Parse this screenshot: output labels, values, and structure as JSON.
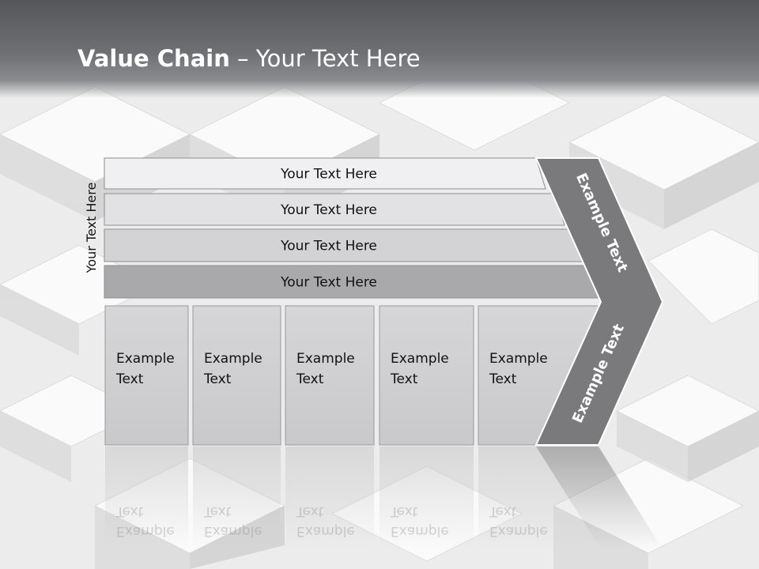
{
  "title": {
    "bold": "Value Chain",
    "rest": " – Your Text Here"
  },
  "side_label": "Your Text Here",
  "rows": [
    {
      "label": "Your Text Here",
      "fill": "#f0f0f2"
    },
    {
      "label": "Your Text Here",
      "fill": "#e2e2e4"
    },
    {
      "label": "Your Text Here",
      "fill": "#d3d3d5"
    },
    {
      "label": "Your Text Here",
      "fill": "#a9a9ab"
    }
  ],
  "columns": [
    {
      "line1": "Example",
      "line2": "Text"
    },
    {
      "line1": "Example",
      "line2": "Text"
    },
    {
      "line1": "Example",
      "line2": "Text"
    },
    {
      "line1": "Example",
      "line2": "Text"
    },
    {
      "line1": "Example",
      "line2": "Text"
    }
  ],
  "chevron": {
    "upper_label": "Example Text",
    "lower_label": "Example Text",
    "fill": "#7a7a7c"
  },
  "colors": {
    "header_dark": "#55565a",
    "column_fill": "#d4d4d6",
    "title_text": "#ffffff"
  }
}
